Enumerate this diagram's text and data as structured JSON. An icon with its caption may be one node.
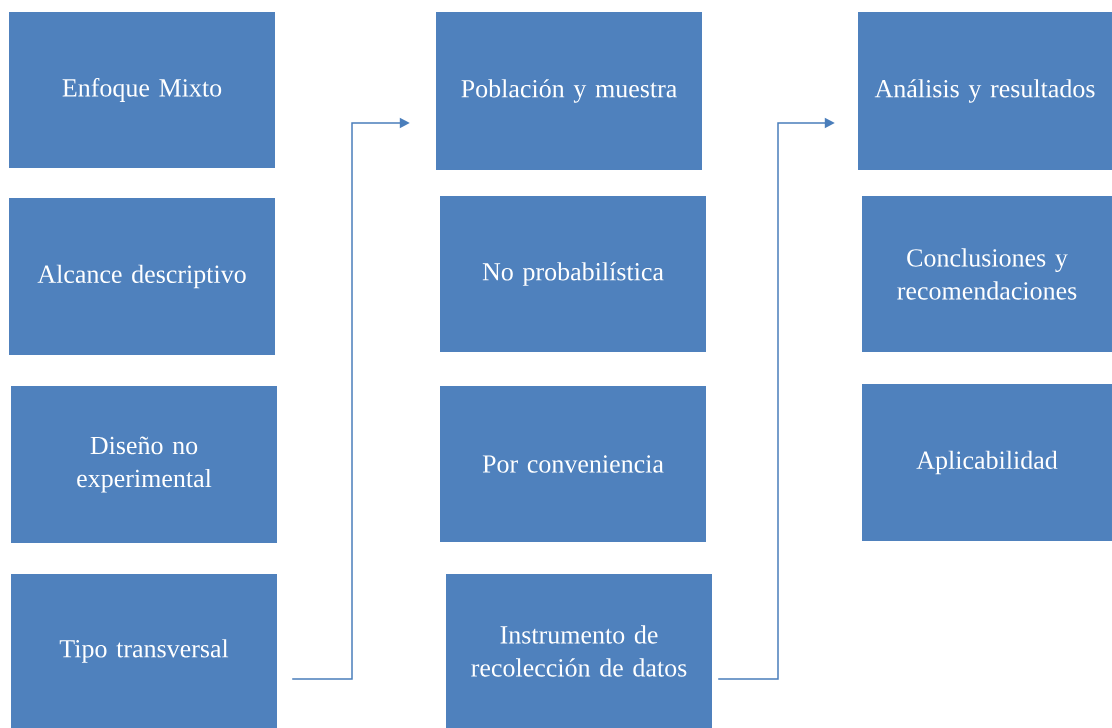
{
  "diagram": {
    "nodes": [
      {
        "text": [
          "Enfoque Mixto"
        ]
      },
      {
        "text": [
          "Alcance descriptivo"
        ]
      },
      {
        "text": [
          "Diseño no experimental"
        ]
      },
      {
        "text": [
          "Tipo transversal"
        ]
      },
      {
        "text": [
          "Población y muestra"
        ]
      },
      {
        "text": [
          "No probabilística"
        ]
      },
      {
        "text": [
          "Por conveniencia"
        ]
      },
      {
        "text": [
          "Instrumento de recolección de datos"
        ]
      },
      {
        "text": [
          "Análisis y resultados"
        ]
      },
      {
        "text": [
          "Conclusiones y recomendaciones"
        ]
      },
      {
        "text": [
          "Aplicabilidad"
        ]
      }
    ],
    "edges": [
      {
        "from": 3,
        "to": 4,
        "arrow": "to"
      },
      {
        "from": 7,
        "to": 8,
        "arrow": "to"
      }
    ]
  }
}
